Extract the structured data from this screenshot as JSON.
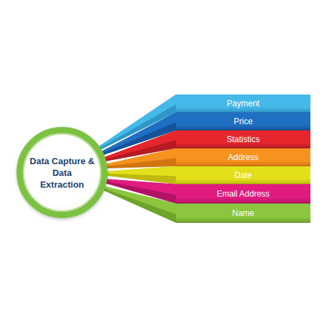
{
  "diagram": {
    "nodes": [
      {
        "text": [
          "Data Capture & Data Extraction"
        ]
      },
      {
        "text": [
          "Payment"
        ]
      },
      {
        "text": [
          "Price"
        ]
      },
      {
        "text": [
          "Statistics"
        ]
      },
      {
        "text": [
          "Address"
        ]
      },
      {
        "text": [
          "Date"
        ]
      },
      {
        "text": [
          "Email Address"
        ]
      },
      {
        "text": [
          "Name"
        ]
      }
    ],
    "edges": [
      {
        "from": 0,
        "to": 1,
        "arrow": "none"
      },
      {
        "from": 0,
        "to": 2,
        "arrow": "none"
      },
      {
        "from": 0,
        "to": 3,
        "arrow": "none"
      },
      {
        "from": 0,
        "to": 4,
        "arrow": "none"
      },
      {
        "from": 0,
        "to": 5,
        "arrow": "none"
      },
      {
        "from": 0,
        "to": 6,
        "arrow": "none"
      },
      {
        "from": 0,
        "to": 7,
        "arrow": "none"
      }
    ]
  }
}
